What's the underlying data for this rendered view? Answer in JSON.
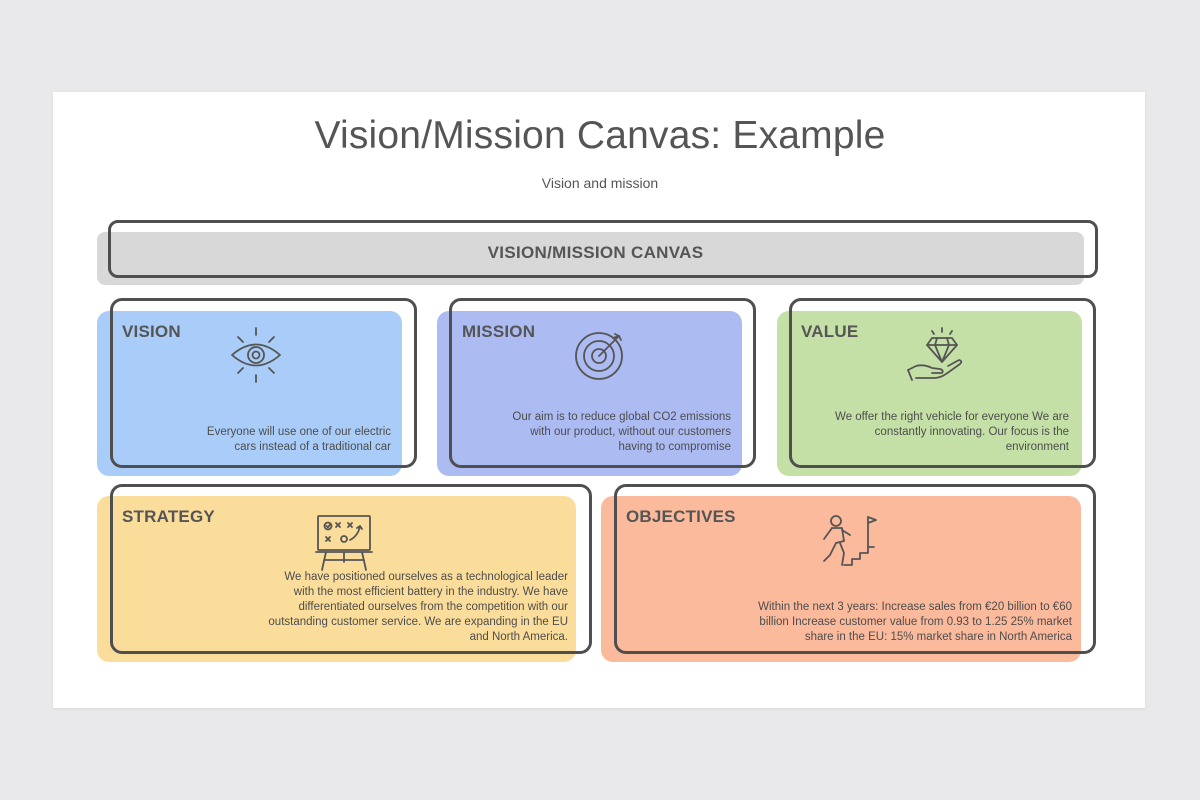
{
  "slide": {
    "title": "Vision/Mission Canvas: Example",
    "subtitle": "Vision and mission",
    "banner_label": "VISION/MISSION CANVAS"
  },
  "cards": {
    "vision": {
      "title": "VISION",
      "text": "Everyone will use one of our electric cars instead of a traditional car",
      "icon": "eye-icon",
      "color": "#a9cdf8"
    },
    "mission": {
      "title": "MISSION",
      "text": "Our aim is to reduce global CO2 emissions with our product, without our customers having to compromise",
      "icon": "target-icon",
      "color": "#acbbf2"
    },
    "value": {
      "title": "VALUE",
      "text": "We offer the right vehicle for everyone We are constantly innovating. Our focus is the environment",
      "icon": "diamond-hand-icon",
      "color": "#c5e0a7"
    },
    "strategy": {
      "title": "STRATEGY",
      "text": "We have positioned ourselves as a technological leader with the most efficient battery in the industry. We have differentiated ourselves from the competition with our outstanding customer service. We are expanding in the EU and North America.",
      "icon": "strategy-board-icon",
      "color": "#fbdd9b"
    },
    "objectives": {
      "title": "OBJECTIVES",
      "text": "Within the next 3 years: Increase sales from €20 billion to €60 billion Increase customer value from 0.93 to 1.25 25% market share in the EU: 15% market share in North America",
      "icon": "climbing-flag-icon",
      "color": "#fbba9c"
    }
  },
  "colors": {
    "background": "#e9e8ea",
    "outline": "#4f4f4f",
    "banner": "#d8d8d8"
  }
}
